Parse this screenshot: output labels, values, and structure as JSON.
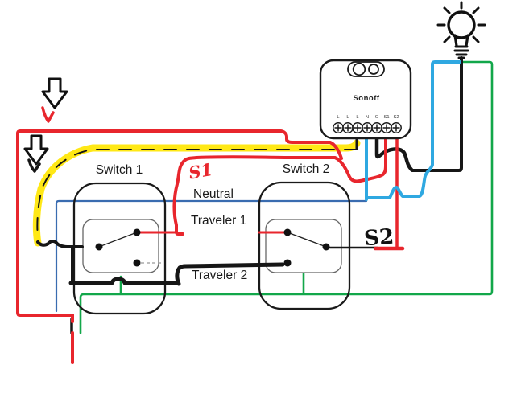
{
  "colors": {
    "red": "#e8262d",
    "yellow": "#ffe816",
    "blue_line": "#3a6cb0",
    "blue_hand": "#2fa8e1",
    "green": "#12a74a",
    "black": "#161616",
    "gray": "#777777"
  },
  "labels": {
    "switch1": "Switch 1",
    "switch2": "Switch 2",
    "neutral": "Neutral",
    "traveler1": "Traveler 1",
    "traveler2": "Traveler 2",
    "s1_handwritten": "S1",
    "s2_handwritten": "S2"
  },
  "sonoff": {
    "brand": "Sonoff",
    "terminals": [
      "L",
      "L",
      "L",
      "N",
      "O",
      "S1",
      "S2"
    ]
  },
  "annotations": {
    "arrow1": "down-arrow",
    "arrow2": "down-arrow",
    "check1": "red-checkmark",
    "check2": "black-checkmark",
    "highlight": "yellow-highlighter-trace"
  }
}
